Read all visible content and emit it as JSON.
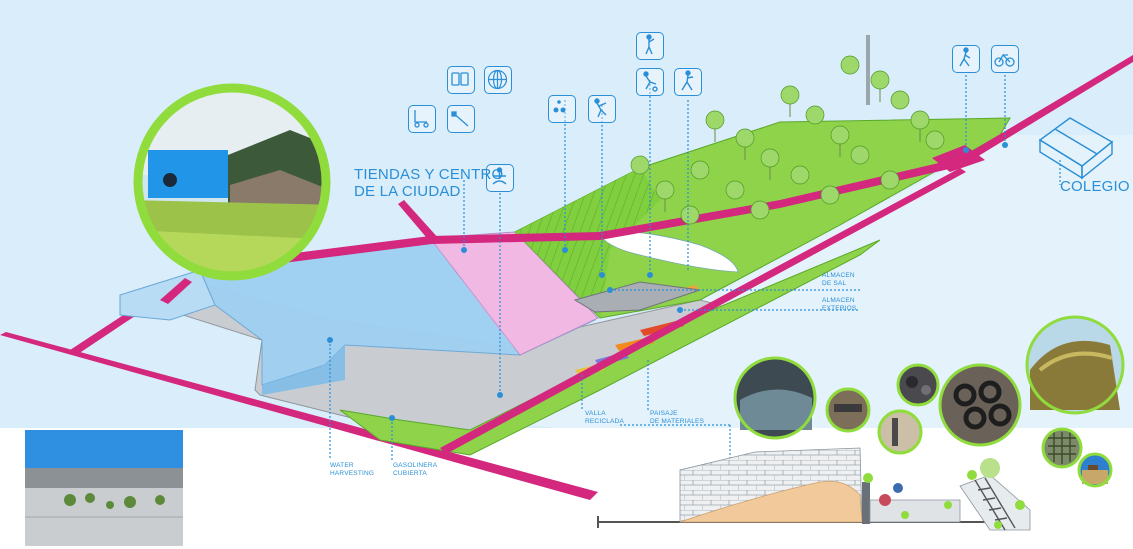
{
  "labels": {
    "tiendas": "TIENDAS Y CENTRO",
    "ciudad": "DE LA CIUDAD",
    "colegio": "COLEGIO",
    "almacen_sal_1": "ALMACEN",
    "almacen_sal_2": "DE SAL",
    "almacen_ext_1": "ALMACEN",
    "almacen_ext_2": "EXTERIOS",
    "valla_1": "VALLA",
    "valla_2": "RECICLADA",
    "paisaje_1": "PAISAJE",
    "paisaje_2": "DE MATERIALES",
    "water_1": "WATER",
    "water_2": "HARVESTING",
    "gas_1": "GASOLINERA",
    "gas_2": "CUBIERTA"
  },
  "icons": [
    "shopping-carts-icon",
    "dome-icon",
    "skate-icon",
    "climbing-icon",
    "juggling-icon",
    "tennis-icon",
    "soccer-icon",
    "gymnastics-icon",
    "yoga-icon",
    "walking-icon",
    "cycling-icon",
    "hiking-icon"
  ],
  "colors": {
    "sky": "#d9edfa",
    "water": "#9fd0f2",
    "grass": "#7fcf3e",
    "magenta": "#d4287e",
    "accent": "#2a8fd6",
    "circle_border": "#8fdc3c"
  }
}
